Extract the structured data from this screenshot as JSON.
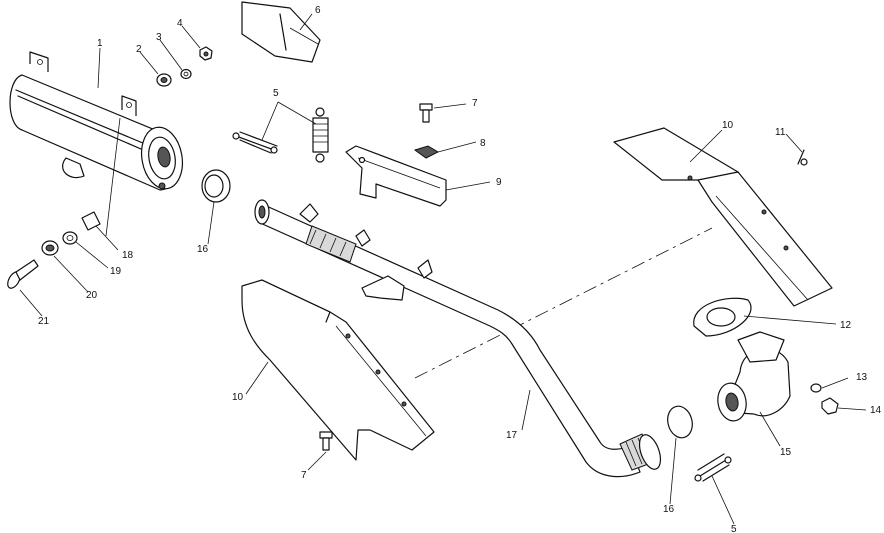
{
  "callouts": {
    "c1": "1",
    "c2": "2",
    "c3": "3",
    "c4": "4",
    "c5a": "5",
    "c6": "6",
    "c7a": "7",
    "c8": "8",
    "c9": "9",
    "c10a": "10",
    "c11": "11",
    "c12": "12",
    "c13": "13",
    "c14": "14",
    "c15": "15",
    "c16a": "16",
    "c17": "17",
    "c10b": "10",
    "c7b": "7",
    "c16b": "16",
    "c5b": "5",
    "c18": "18",
    "c19": "19",
    "c20": "20",
    "c21": "21"
  }
}
